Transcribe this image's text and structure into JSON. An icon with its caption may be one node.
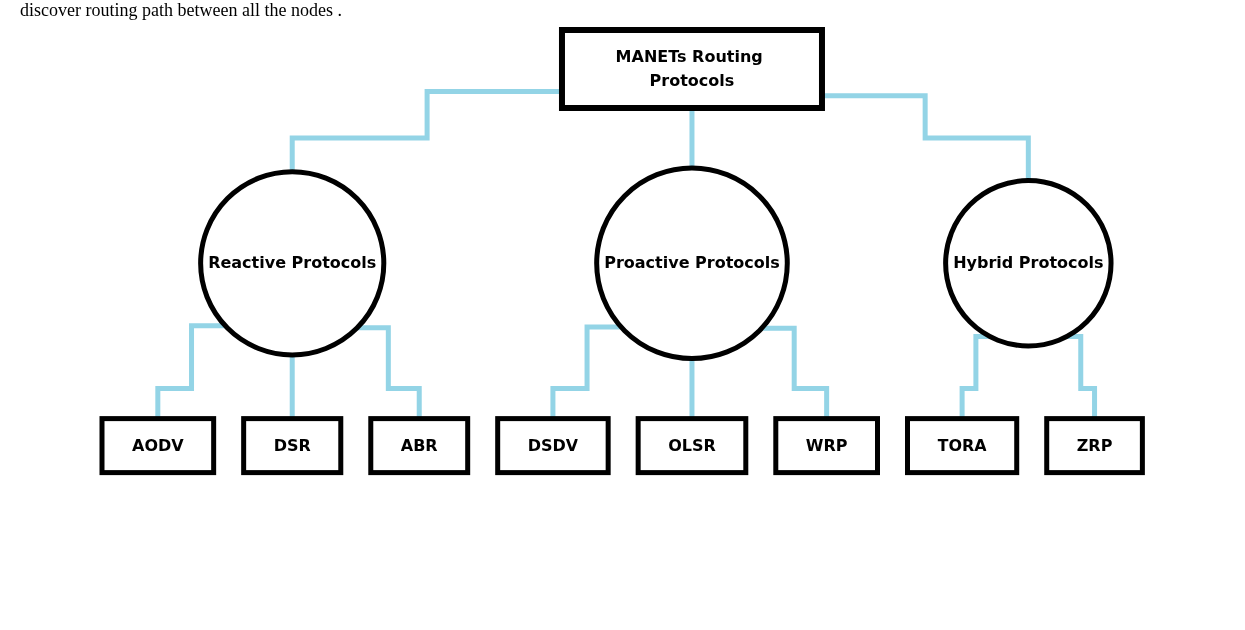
{
  "diagram": {
    "nodes": [
      {
        "text": [
          "MANETs Routing Protocols"
        ]
      },
      {
        "text": [
          "Reactive Protocols"
        ]
      },
      {
        "text": [
          "Proactive Protocols"
        ]
      },
      {
        "text": [
          "Hybrid Protocols"
        ]
      },
      {
        "text": [
          "AODV"
        ]
      },
      {
        "text": [
          "DSR"
        ]
      },
      {
        "text": [
          "ABR"
        ]
      },
      {
        "text": [
          "DSDV"
        ]
      },
      {
        "text": [
          "OLSR"
        ]
      },
      {
        "text": [
          "WRP"
        ]
      },
      {
        "text": [
          "TORA"
        ]
      },
      {
        "text": [
          "ZRP"
        ]
      }
    ],
    "edges": [
      {
        "from": 0,
        "to": 1,
        "arrow": "none"
      },
      {
        "from": 0,
        "to": 2,
        "arrow": "none"
      },
      {
        "from": 0,
        "to": 3,
        "arrow": "none"
      },
      {
        "from": 1,
        "to": 4,
        "arrow": "none"
      },
      {
        "from": 1,
        "to": 5,
        "arrow": "none"
      },
      {
        "from": 1,
        "to": 6,
        "arrow": "none"
      },
      {
        "from": 2,
        "to": 7,
        "arrow": "none"
      },
      {
        "from": 2,
        "to": 8,
        "arrow": "none"
      },
      {
        "from": 2,
        "to": 9,
        "arrow": "none"
      },
      {
        "from": 3,
        "to": 10,
        "arrow": "none"
      },
      {
        "from": 3,
        "to": 11,
        "arrow": "none"
      }
    ],
    "labels": [
      "discover routing path between all the nodes ."
    ]
  }
}
